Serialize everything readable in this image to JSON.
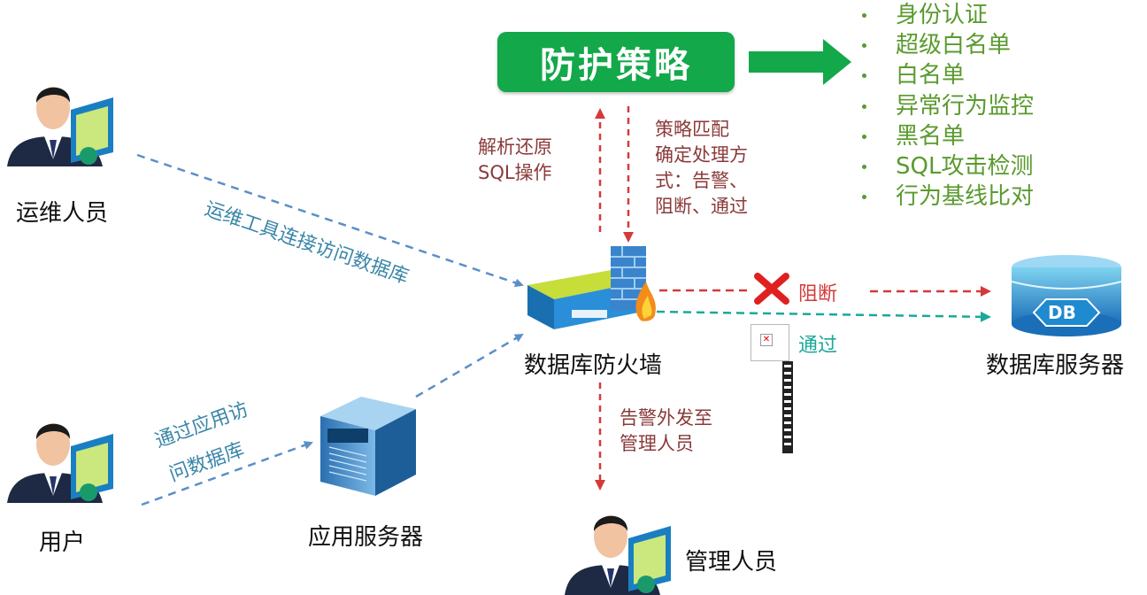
{
  "policy": {
    "title": "防护策略",
    "items": [
      "身份认证",
      "超级白名单",
      "白名单",
      "异常行为监控",
      "黑名单",
      "SQL攻击检测",
      "行为基线比对"
    ]
  },
  "nodes": {
    "ops_person": "运维人员",
    "user": "用户",
    "app_server": "应用服务器",
    "firewall": "数据库防火墙",
    "db_server": "数据库服务器",
    "admin": "管理人员",
    "db_badge": "DB"
  },
  "edges": {
    "ops_tool": "运维工具连接访问数据库",
    "app_access_line1": "通过应用访",
    "app_access_line2": "问数据库",
    "parse_line1": "解析还原",
    "parse_line2": "SQL操作",
    "match_line1": "策略匹配",
    "match_line2": "确定处理方",
    "match_line3": "式：告警、",
    "match_line4": "阻断、通过",
    "block": "阻断",
    "pass": "通过",
    "alert_line1": "告警外发至",
    "alert_line2": "管理人员"
  },
  "colors": {
    "policy_green": "#13a84a",
    "list_green": "#5a9a2e",
    "dashed_blue": "#5b8fc7",
    "dashed_red": "#d43a3a",
    "dashed_teal": "#1aa89a",
    "label_red": "#8b3a3a",
    "label_blue": "#3a86a8"
  }
}
